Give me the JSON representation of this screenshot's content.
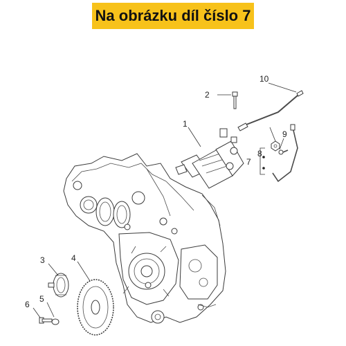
{
  "header": {
    "title": "Na obrázku díl číslo 7"
  },
  "diagram": {
    "callouts": [
      {
        "id": "1",
        "label": "1"
      },
      {
        "id": "2",
        "label": "2"
      },
      {
        "id": "3",
        "label": "3"
      },
      {
        "id": "4",
        "label": "4"
      },
      {
        "id": "5",
        "label": "5"
      },
      {
        "id": "6",
        "label": "6"
      },
      {
        "id": "7",
        "label": "7"
      },
      {
        "id": "8",
        "label": "8"
      },
      {
        "id": "9",
        "label": "9"
      },
      {
        "id": "10",
        "label": "10"
      }
    ]
  }
}
